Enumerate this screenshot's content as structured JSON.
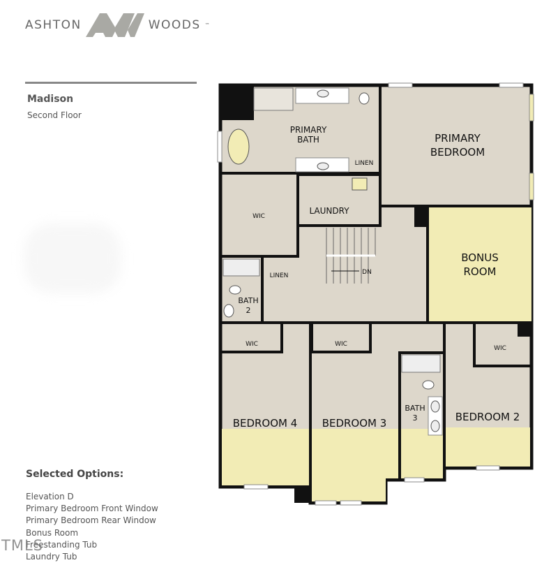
{
  "brand": {
    "left": "ASHTON",
    "monogram": "AW",
    "right": "WOODS",
    "tm": "™"
  },
  "plan": {
    "name": "Madison",
    "floor": "Second Floor"
  },
  "options": {
    "title": "Selected Options:",
    "items": [
      "Elevation D",
      "Primary Bedroom Front Window",
      "Primary Bedroom Rear Window",
      "Bonus Room",
      "Freestanding Tub",
      "Laundry Tub"
    ]
  },
  "watermark": "TMLS",
  "rooms": {
    "primary_bath": [
      "PRIMARY",
      "BATH"
    ],
    "primary_bedroom": [
      "PRIMARY",
      "BEDROOM"
    ],
    "linen1": "LINEN",
    "wic_primary": "WIC",
    "laundry": "LAUNDRY",
    "bonus": [
      "BONUS",
      "ROOM"
    ],
    "stairs": "DN",
    "linen2": "LINEN",
    "bath2": [
      "BATH",
      "2"
    ],
    "wic4": "WIC",
    "wic3": "WIC",
    "wic2": "WIC",
    "bedroom4": "BEDROOM 4",
    "bedroom3": "BEDROOM 3",
    "bath3": [
      "BATH",
      "3"
    ],
    "bedroom2": "BEDROOM 2"
  },
  "colors": {
    "floor": "#ddd7cb",
    "option_area": "#f2ecb5",
    "wall": "#111111",
    "logo": "#a9a9a4"
  }
}
